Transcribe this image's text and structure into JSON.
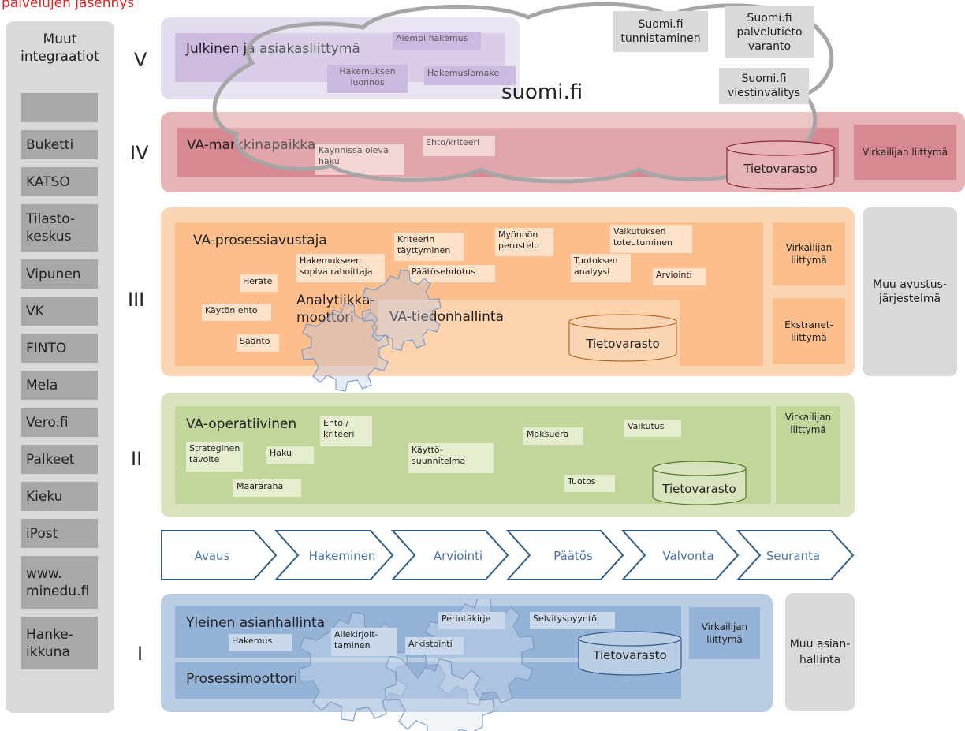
{
  "title": "palvelujen jäsennys",
  "left_panel": {
    "heading": "Muut integraatiot",
    "items": [
      "",
      "Buketti",
      "KATSO",
      "Tilasto-keskus",
      "Vipunen",
      "VK",
      "FINTO",
      "Mela",
      "Vero.fi",
      "Palkeet",
      "Kieku",
      "iPost",
      "www. minedu.fi",
      "Hanke-ikkuna"
    ]
  },
  "layer_v": {
    "roman": "V",
    "title": "Julkinen ja asiakasliittymä",
    "chips": [
      "Aiempi hakemus",
      "Hakemuksen luonnos",
      "Hakemuslomake"
    ]
  },
  "cloud": {
    "label": "suomi.fi",
    "services": [
      "Suomi.fi tunnistaminen",
      "Suomi.fi palvelutieto varanto",
      "Suomi.fi viestinvälitys"
    ]
  },
  "layer_iv": {
    "roman": "IV",
    "title": "VA-markkinapaikka",
    "chips": [
      "Käynnissä oleva haku",
      "Ehto/kriteeri"
    ],
    "storage": "Tietovarasto",
    "side": "Virkailijan liittymä"
  },
  "layer_iii": {
    "roman": "III",
    "title": "VA-prosessiavustaja",
    "analytics": "Analytiikka-moottori",
    "data_mgmt": "VA-tiedonhallinta",
    "storage": "Tietovarasto",
    "chips": [
      "Kriteerin täyttyminen",
      "Myönnön perustelu",
      "Vaikutuksen toteutuminen",
      "Hakemukseen sopiva rahoittaja",
      "Päätösehdotus",
      "Tuotoksen analyysi",
      "Arviointi",
      "Heräte",
      "Käytön ehto",
      "Sääntö"
    ],
    "side_top": "Virkailijan liittymä",
    "side_bottom": "Ekstranet-liittymä",
    "external": "Muu avustus-järjestelmä"
  },
  "layer_ii": {
    "roman": "II",
    "title": "VA-operatiivinen",
    "chips": [
      "Ehto / kriteeri",
      "Strateginen tavoite",
      "Haku",
      "Käyttö-suunnitelma",
      "Maksuerä",
      "Vaikutus",
      "Määräraha",
      "Tuotos"
    ],
    "storage": "Tietovarasto",
    "side": "Virkailijan liittymä"
  },
  "process": {
    "steps": [
      "Avaus",
      "Hakeminen",
      "Arviointi",
      "Päätös",
      "Valvonta",
      "Seuranta"
    ]
  },
  "layer_i": {
    "roman": "I",
    "title": "Yleinen asianhallinta",
    "engine": "Prosessimoottori",
    "chips": [
      "Hakemus",
      "Allekirjoit-taminen",
      "Perintäkirje",
      "Arkistointi",
      "Selvityspyyntö"
    ],
    "storage": "Tietovarasto",
    "side": "Virkailijan liittymä",
    "external": "Muu asian-hallinta"
  },
  "colors": {
    "purple": "#dcd1ea",
    "purple_inner": "#c7b2dc",
    "purple_chip": "#b9a0d3",
    "red": "#e7b0b0",
    "red_inner": "#d9828a",
    "orange": "#fcd5b4",
    "orange_inner": "#fbbf8c",
    "orange_chip": "#fde3cc",
    "green": "#d8e4bc",
    "green_inner": "#c2d69b",
    "green_chip": "#e4eed2",
    "blue": "#b8cce4",
    "blue_inner": "#95b3d7",
    "blue_chip": "#c5d5ea",
    "arrow_stroke": "#2e5c8a"
  }
}
